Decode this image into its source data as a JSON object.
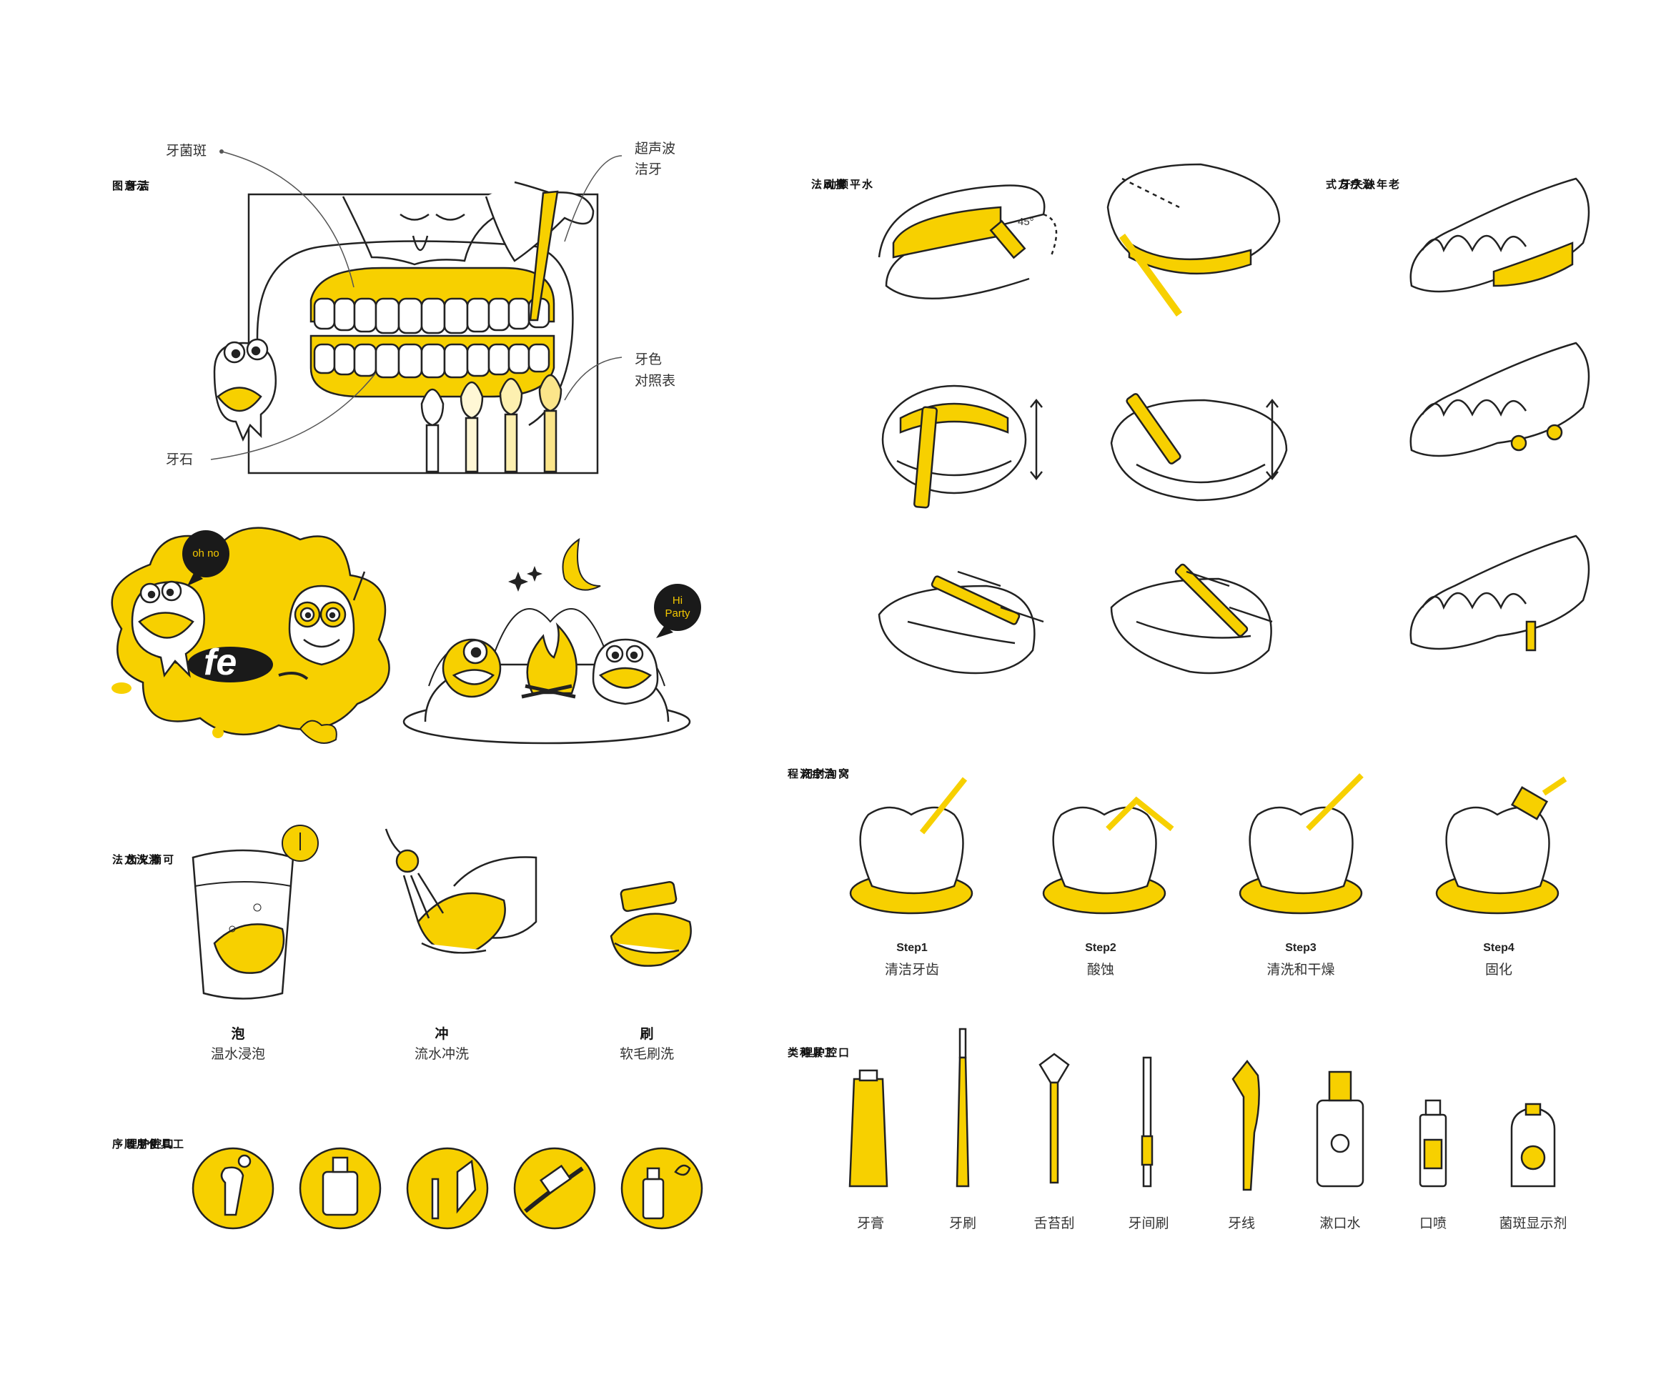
{
  "colors": {
    "accent": "#f7d000",
    "line": "#222222",
    "shade": "#fbf1c0"
  },
  "sections": {
    "cleaning_diagram": {
      "title_col1": "洁牙",
      "title_col2": "示意图",
      "labels": {
        "plaque": "牙菌斑",
        "ultrasonic_1": "超声波",
        "ultrasonic_2": "洁牙",
        "shade_1": "牙色",
        "shade_2": "对照表",
        "calculus": "牙石"
      }
    },
    "brushing": {
      "title_col1": "水平颤动",
      "title_col2": "拂刷法",
      "angle": "45°"
    },
    "elderly": {
      "title_col1": "老年缺失牙",
      "title_col2": "治疗方式"
    },
    "characters": {
      "bubble_left": "oh no",
      "bubble_right_1": "Hi",
      "bubble_right_2": "Party",
      "logo": "fe"
    },
    "denture_cleaning": {
      "title_col1": "可摘义齿",
      "title_col2": "清洗方法",
      "items": [
        {
          "title": "泡",
          "desc": "温水浸泡"
        },
        {
          "title": "冲",
          "desc": "流水冲洗"
        },
        {
          "title": "刷",
          "desc": "软毛刷洗"
        }
      ]
    },
    "order": {
      "title_col1": "口腔护理",
      "title_col2": "工具使用顺序",
      "icons": [
        "tongue-scraper-icon",
        "mouthwash-icon",
        "interdental-brush-icon",
        "toothbrush-icon",
        "spray-icon"
      ]
    },
    "sealant": {
      "title_col1": "窝沟封闭",
      "title_col2": "治疗流程",
      "steps": [
        {
          "step": "Step1",
          "desc": "清洁牙齿"
        },
        {
          "step": "Step2",
          "desc": "酸蚀"
        },
        {
          "step": "Step3",
          "desc": "清洗和干燥"
        },
        {
          "step": "Step4",
          "desc": "固化"
        }
      ]
    },
    "tools": {
      "title_col1": "口腔护理",
      "title_col2": "工具种类",
      "items": [
        "牙膏",
        "牙刷",
        "舌苔刮",
        "牙间刷",
        "牙线",
        "漱口水",
        "口喷",
        "菌斑显示剂"
      ]
    }
  }
}
